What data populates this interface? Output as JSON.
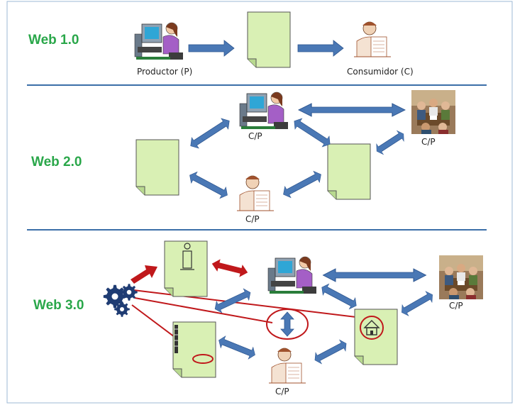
{
  "sections": [
    {
      "title": "Web 1.0"
    },
    {
      "title": "Web 2.0"
    },
    {
      "title": "Web 3.0"
    }
  ],
  "labels": {
    "producer": "Productor (P)",
    "consumer": "Consumidor (C)",
    "cp": "C/P"
  },
  "colors": {
    "title_green": "#2aa74a",
    "arrow_blue": "#4a78b5",
    "arrow_red": "#c0181b",
    "doc_green": "#d9f0b4",
    "divider_blue": "#3b6fa8",
    "gear_navy": "#1f3c73"
  },
  "icons": [
    "person-at-computer-icon",
    "document-icon",
    "reader-person-icon",
    "meeting-group-icon",
    "gears-icon",
    "info-icon",
    "home-icon"
  ]
}
